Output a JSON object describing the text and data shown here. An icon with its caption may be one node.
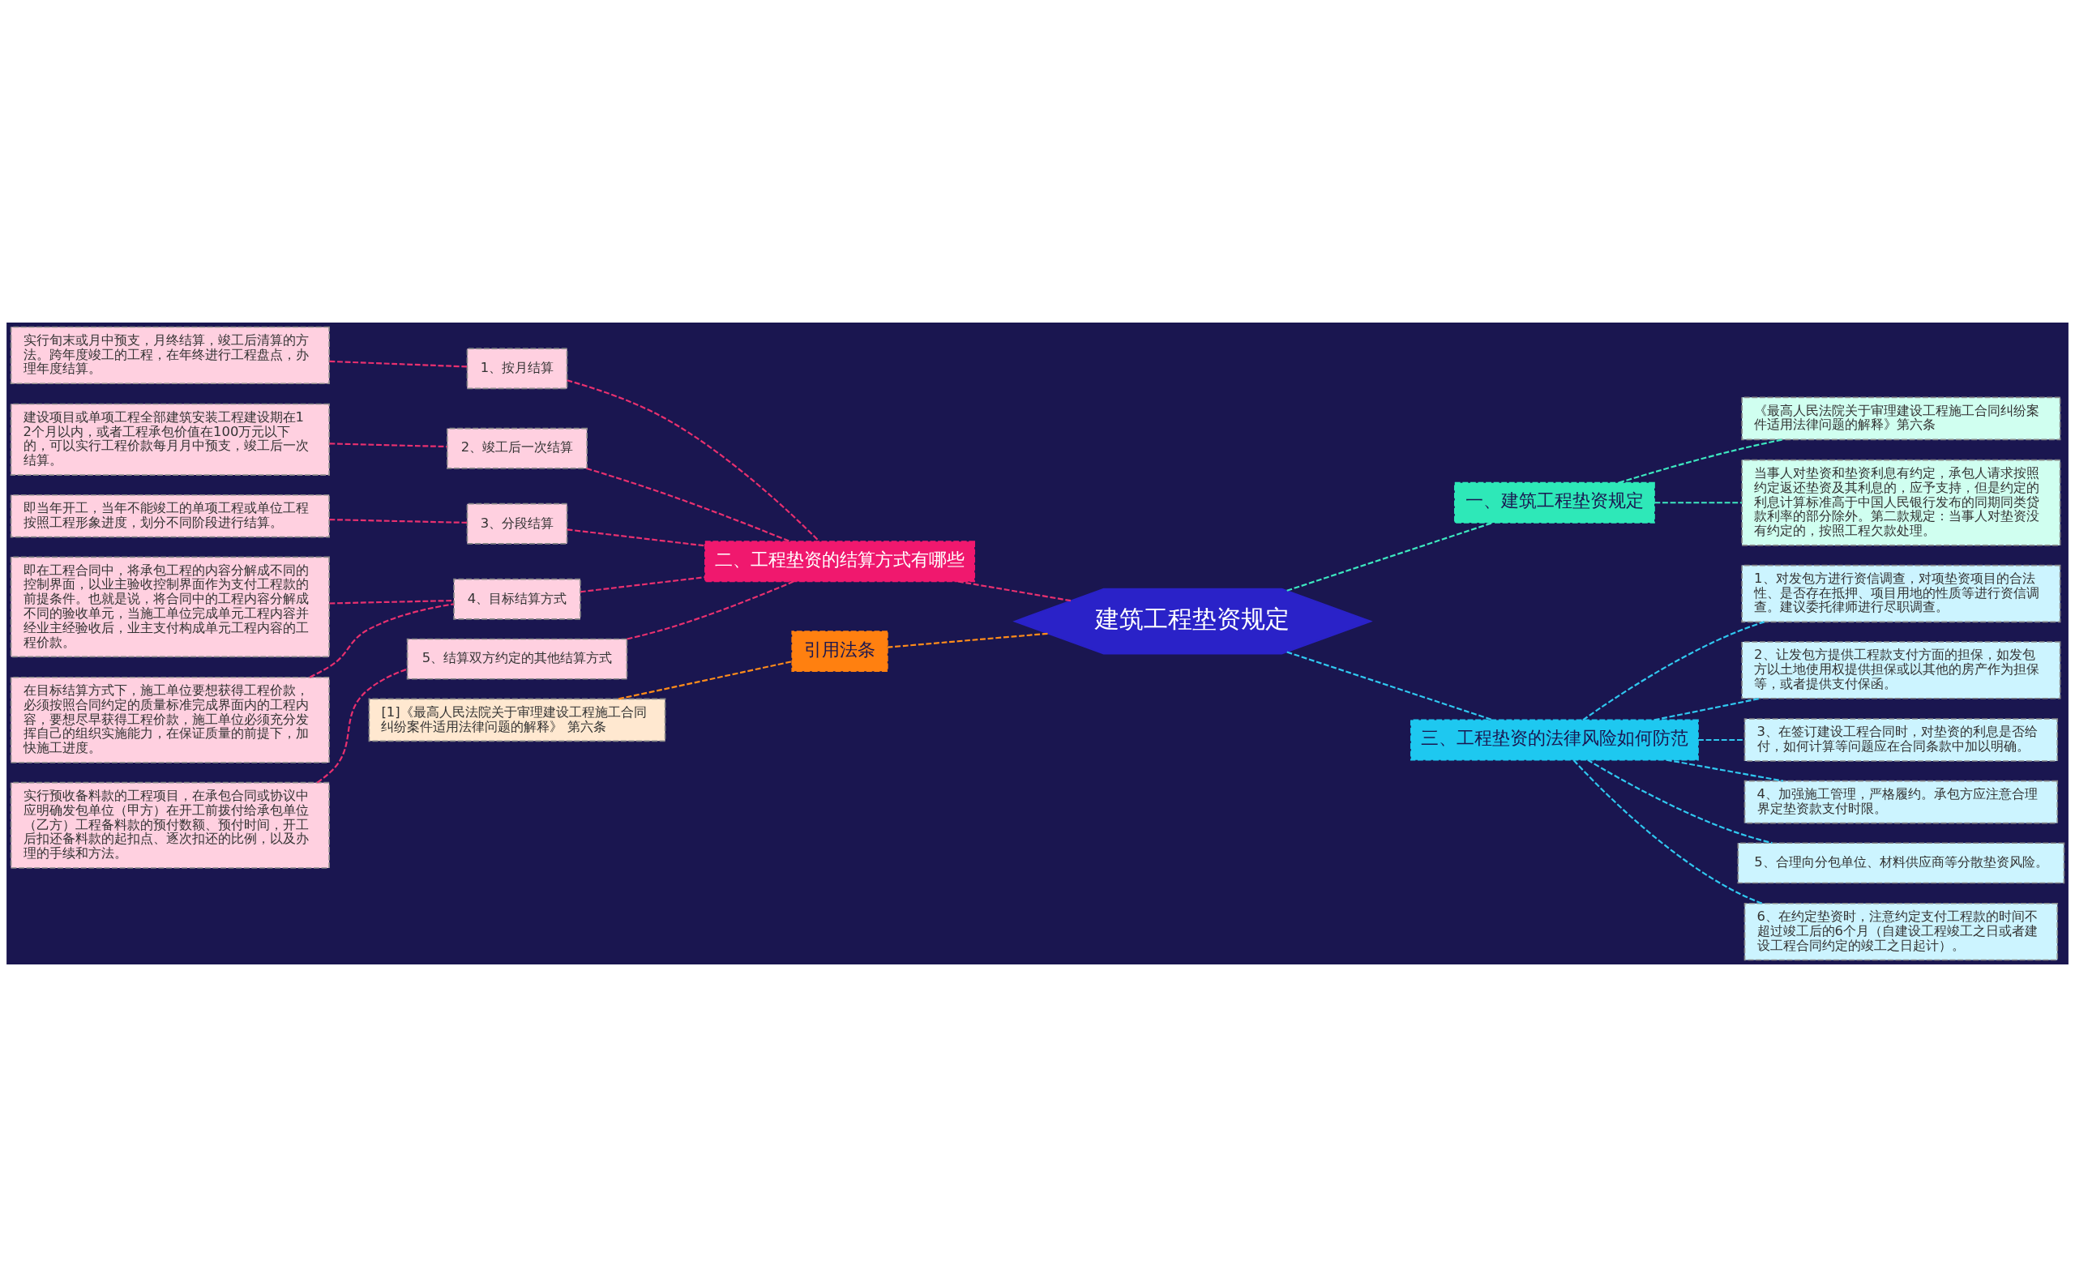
{
  "diagram": {
    "nodes": [
      {
        "text": [
          "建筑工程垫资规定"
        ]
      },
      {
        "text": [
          "一、建筑工程垫资规定"
        ]
      },
      {
        "text": [
          "《最高人民法院关于审理建设工程施工合同纠纷案件适用法律问题的解释》第六条"
        ]
      },
      {
        "text": [
          "当事人对垫资和垫资利息有约定，承包人请求按照约定返还垫资及其利息的，应予支持，但是约定的利息计算标准高于中国人民银行发布的同期同类贷款利率的部分除外。第二款规定：当事人对垫资没有约定的，按照工程欠款处理。"
        ]
      },
      {
        "text": [
          "二、工程垫资的结算方式有哪些"
        ]
      },
      {
        "text": [
          "1、按月结算"
        ]
      },
      {
        "text": [
          "实行旬末或月中预支，月终结算，竣工后清算的方法。跨年度竣工的工程，在年终进行工程盘点，办理年度结算。"
        ]
      },
      {
        "text": [
          "2、竣工后一次结算"
        ]
      },
      {
        "text": [
          "建设项目或单项工程全部建筑安装工程建设期在12个月以内，或者工程承包价值在100万元以下的，可以实行工程价款每月月中预支，竣工后一次结算。"
        ]
      },
      {
        "text": [
          "3、分段结算"
        ]
      },
      {
        "text": [
          "即当年开工，当年不能竣工的单项工程或单位工程按照工程形象进度，划分不同阶段进行结算。"
        ]
      },
      {
        "text": [
          "4、目标结算方式"
        ]
      },
      {
        "text": [
          "即在工程合同中，将承包工程的内容分解成不同的控制界面，以业主验收控制界面作为支付工程款的前提条件。也就是说，将合同中的工程内容分解成不同的验收单元，当施工单位完成单元工程内容并经业主经验收后，业主支付构成单元工程内容的工程价款。"
        ]
      },
      {
        "text": [
          "在目标结算方式下，施工单位要想获得工程价款，必须按照合同约定的质量标准完成界面内的工程内容，要想尽早获得工程价款，施工单位必须充分发挥自己的组织实施能力，在保证质量的前提下，加快施工进度。"
        ]
      },
      {
        "text": [
          "5、结算双方约定的其他结算方式"
        ]
      },
      {
        "text": [
          "实行预收备料款的工程项目，在承包合同或协议中应明确发包单位（甲方）在开工前拨付给承包单位（乙方）工程备料款的预付数额、预付时间，开工后扣还备料款的起扣点、逐次扣还的比例，以及办理的手续和方法。"
        ]
      },
      {
        "text": [
          "三、工程垫资的法律风险如何防范"
        ]
      },
      {
        "text": [
          "1、对发包方进行资信调查，对项垫资项目的合法性、是否存在抵押、项目用地的性质等进行资信调查。建议委托律师进行尽职调查。"
        ]
      },
      {
        "text": [
          "2、让发包方提供工程款支付方面的担保，如发包方以土地使用权提供担保或以其他的房产作为担保等，或者提供支付保函。"
        ]
      },
      {
        "text": [
          "3、在签订建设工程合同时，对垫资的利息是否给付，如何计算等问题应在合同条款中加以明确。"
        ]
      },
      {
        "text": [
          "4、加强施工管理，严格履约。承包方应注意合理界定垫资款支付时限。"
        ]
      },
      {
        "text": [
          "5、合理向分包单位、材料供应商等分散垫资风险。"
        ]
      },
      {
        "text": [
          "6、在约定垫资时，注意约定支付工程款的时间不超过竣工后的6个月（自建设工程竣工之日或者建设工程合同约定的竣工之日起计）。"
        ]
      },
      {
        "text": [
          "引用法条"
        ]
      },
      {
        "text": [
          "[1]《最高人民法院关于审理建设工程施工合同纠纷案件适用法律问题的解释》 第六条"
        ]
      }
    ],
    "edges": [
      {
        "from": 0,
        "to": 1,
        "arrow": "none",
        "style": "dashed",
        "color": "#3de8c0"
      },
      {
        "from": 1,
        "to": 2,
        "arrow": "none",
        "style": "dashed",
        "color": "#3de8c0"
      },
      {
        "from": 1,
        "to": 3,
        "arrow": "none",
        "style": "dashed",
        "color": "#3de8c0"
      },
      {
        "from": 0,
        "to": 4,
        "arrow": "none",
        "style": "dashed",
        "color": "#e8306f"
      },
      {
        "from": 4,
        "to": 5,
        "arrow": "none",
        "style": "dashed",
        "color": "#e8306f"
      },
      {
        "from": 5,
        "to": 6,
        "arrow": "none",
        "style": "dashed",
        "color": "#e8306f"
      },
      {
        "from": 4,
        "to": 7,
        "arrow": "none",
        "style": "dashed",
        "color": "#e8306f"
      },
      {
        "from": 7,
        "to": 8,
        "arrow": "none",
        "style": "dashed",
        "color": "#e8306f"
      },
      {
        "from": 4,
        "to": 9,
        "arrow": "none",
        "style": "dashed",
        "color": "#e8306f"
      },
      {
        "from": 9,
        "to": 10,
        "arrow": "none",
        "style": "dashed",
        "color": "#e8306f"
      },
      {
        "from": 4,
        "to": 11,
        "arrow": "none",
        "style": "dashed",
        "color": "#e8306f"
      },
      {
        "from": 11,
        "to": 12,
        "arrow": "none",
        "style": "dashed",
        "color": "#e8306f"
      },
      {
        "from": 11,
        "to": 13,
        "arrow": "none",
        "style": "dashed",
        "color": "#e8306f"
      },
      {
        "from": 4,
        "to": 14,
        "arrow": "none",
        "style": "dashed",
        "color": "#e8306f"
      },
      {
        "from": 14,
        "to": 15,
        "arrow": "none",
        "style": "dashed",
        "color": "#e8306f"
      },
      {
        "from": 0,
        "to": 16,
        "arrow": "none",
        "style": "dashed",
        "color": "#30c8f0"
      },
      {
        "from": 16,
        "to": 17,
        "arrow": "none",
        "style": "dashed",
        "color": "#30c8f0"
      },
      {
        "from": 16,
        "to": 18,
        "arrow": "none",
        "style": "dashed",
        "color": "#30c8f0"
      },
      {
        "from": 16,
        "to": 19,
        "arrow": "none",
        "style": "dashed",
        "color": "#30c8f0"
      },
      {
        "from": 16,
        "to": 20,
        "arrow": "none",
        "style": "dashed",
        "color": "#30c8f0"
      },
      {
        "from": 16,
        "to": 21,
        "arrow": "none",
        "style": "dashed",
        "color": "#30c8f0"
      },
      {
        "from": 16,
        "to": 22,
        "arrow": "none",
        "style": "dashed",
        "color": "#30c8f0"
      },
      {
        "from": 0,
        "to": 23,
        "arrow": "none",
        "style": "dashed",
        "color": "#ff8c1a"
      },
      {
        "from": 23,
        "to": 24,
        "arrow": "none",
        "style": "dashed",
        "color": "#ff8c1a"
      }
    ]
  }
}
